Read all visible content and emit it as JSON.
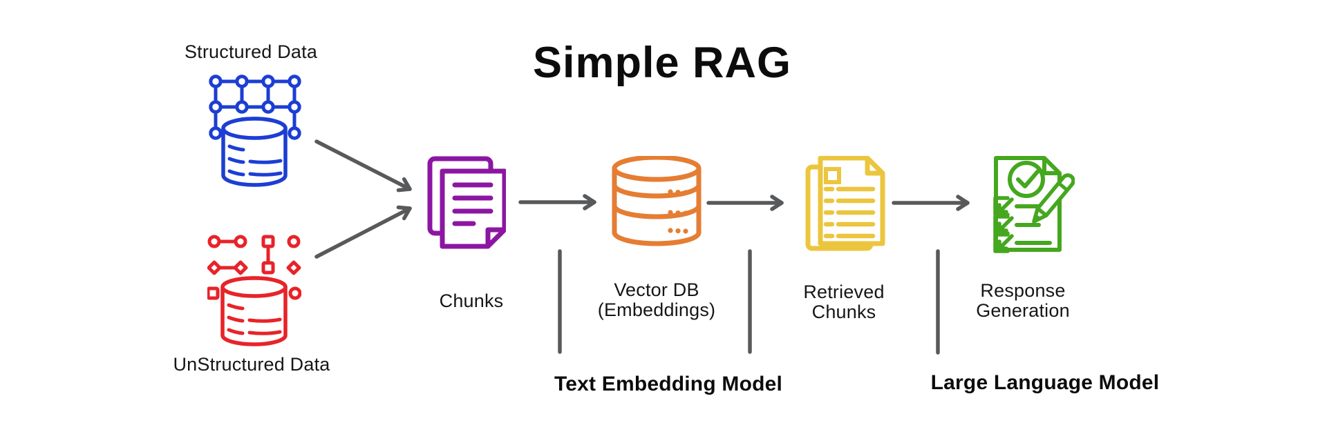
{
  "title": "Simple RAG",
  "colors": {
    "structured": "#1c3ed3",
    "unstructured": "#e82329",
    "chunks": "#8c16a2",
    "vector_db": "#e57d33",
    "retrieved_chunks": "#ecc53e",
    "response_generation": "#45a71e",
    "connector": "#58595b",
    "text": "#161616"
  },
  "nodes": {
    "structured_data": {
      "label": "Structured Data"
    },
    "unstructured_data": {
      "label": "UnStructured Data"
    },
    "chunks": {
      "label": "Chunks"
    },
    "vector_db": {
      "label": "Vector DB",
      "sublabel": "(Embeddings)"
    },
    "retrieved_chunks": {
      "label": "Retrieved",
      "sublabel": "Chunks"
    },
    "response_generation": {
      "label": "Response",
      "sublabel": "Generation"
    }
  },
  "annotations": {
    "text_embedding_model": {
      "label": "Text Embedding Model"
    },
    "large_language_model": {
      "label": "Large Language Model"
    }
  }
}
